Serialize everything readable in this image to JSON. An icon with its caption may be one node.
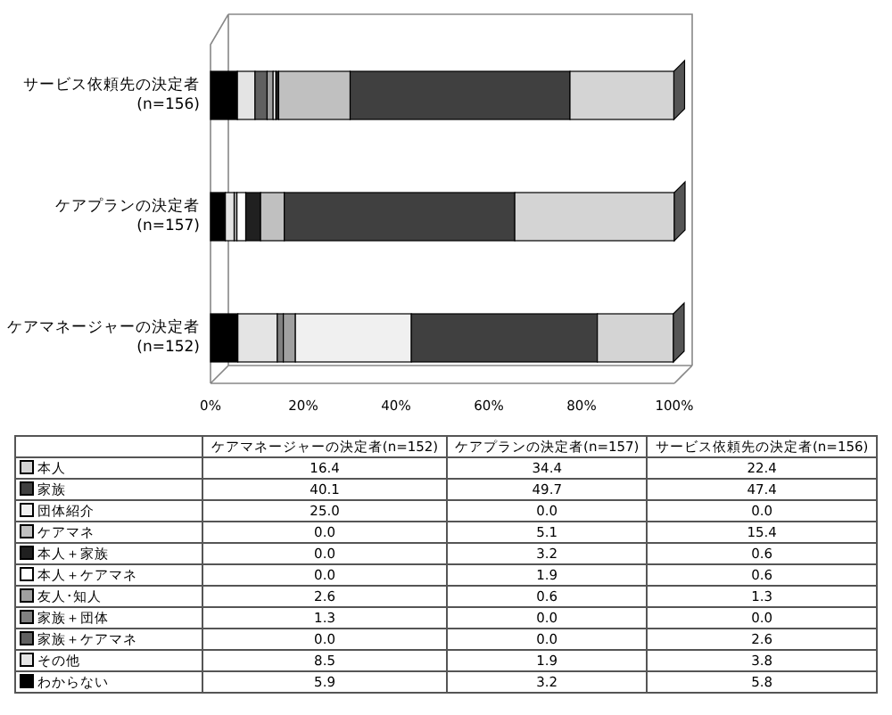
{
  "diagram": {
    "labels": [
      "ケアマネージャーの決定者(n=152)",
      "ケアプランの決定者(n=157)",
      "サービス依頼先の決定者(n=156)",
      "16.4",
      "34.4",
      "22.4",
      "40.1",
      "49.7",
      "47.4",
      "25.0",
      "0.0",
      "0.0",
      "0.0",
      "5.1",
      "15.4",
      "0.0",
      "3.2",
      "0.6",
      "0.0",
      "1.9",
      "0.6",
      "2.6",
      "0.6",
      "1.3",
      "1.3",
      "0.0",
      "0.0",
      "0.0",
      "0.0",
      "2.6",
      "8.5",
      "1.9",
      "3.8",
      "5.9",
      "3.2",
      "5.8"
    ],
    "chart_data": {
      "type": "bar",
      "orientation": "horizontal",
      "stacked": true,
      "categories": [
        "サービス依頼先の決定者(n=156)",
        "ケアプランの決定者(n=157)",
        "ケアマネージャーの決定者(n=152)"
      ],
      "xlim": [
        0,
        100
      ],
      "xticks": [
        {
          "value": 0,
          "label": "0%"
        },
        {
          "value": 20,
          "label": "20%"
        },
        {
          "value": 40,
          "label": "40%"
        },
        {
          "value": 60,
          "label": "60%"
        },
        {
          "value": 80,
          "label": "80%"
        },
        {
          "value": 100,
          "label": "100%"
        }
      ],
      "series": [
        {
          "name": "本人",
          "color": "#d4d4d4",
          "values": [
            22.4,
            34.4,
            16.4
          ]
        },
        {
          "name": "家族",
          "color": "#404040",
          "values": [
            47.4,
            49.7,
            40.1
          ]
        },
        {
          "name": "団体紹介",
          "color": "#f0f0f0",
          "values": [
            0.0,
            0.0,
            25.0
          ]
        },
        {
          "name": "ケアマネ",
          "color": "#c0c0c0",
          "values": [
            15.4,
            5.1,
            0.0
          ]
        },
        {
          "name": "本人＋家族",
          "color": "#202020",
          "values": [
            0.6,
            3.2,
            0.0
          ]
        },
        {
          "name": "本人＋ケアマネ",
          "color": "#ffffff",
          "values": [
            0.6,
            1.9,
            0.0
          ]
        },
        {
          "name": "友人･知人",
          "color": "#a0a0a0",
          "values": [
            1.3,
            0.6,
            2.6
          ]
        },
        {
          "name": "家族＋団体",
          "color": "#808080",
          "values": [
            0.0,
            0.0,
            1.3
          ]
        },
        {
          "name": "家族＋ケアマネ",
          "color": "#606060",
          "values": [
            2.6,
            0.0,
            0.0
          ]
        },
        {
          "name": "その他",
          "color": "#e4e4e4",
          "values": [
            3.8,
            1.9,
            8.5
          ]
        },
        {
          "name": "わからない",
          "color": "#000000",
          "values": [
            5.8,
            3.2,
            5.9
          ]
        }
      ]
    }
  }
}
